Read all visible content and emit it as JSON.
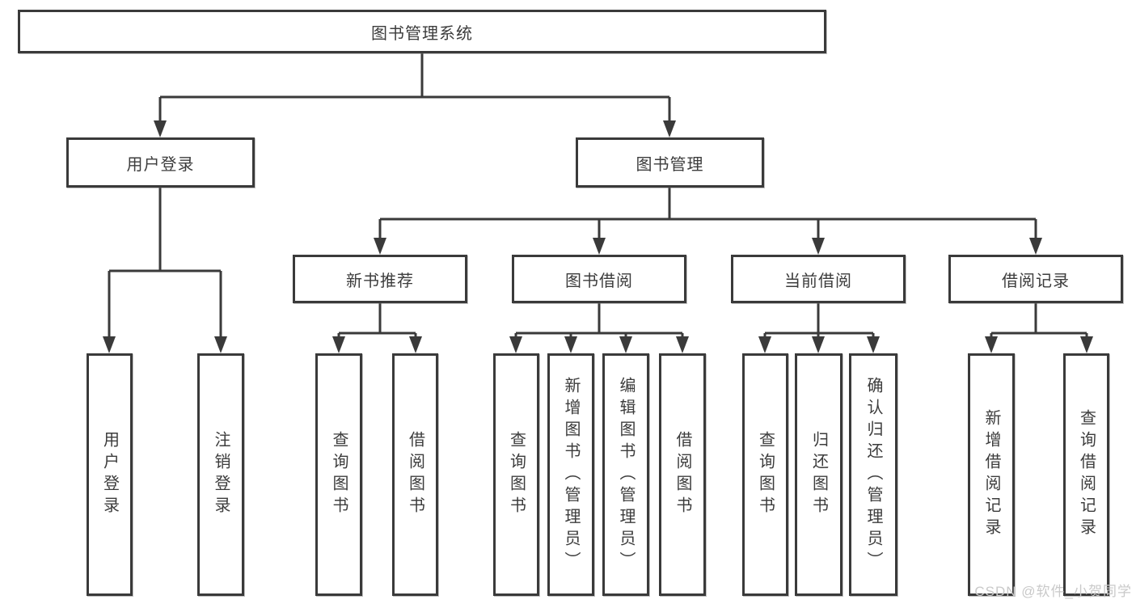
{
  "colors": {
    "line": "#3a3a3a",
    "text": "#3c3c3c",
    "box-fill": "#ffffff",
    "bg": "#ffffff",
    "watermark": "#c9c9c9"
  },
  "watermark": "CSDN @软件_小贺同学",
  "tree": {
    "label": "图书管理系统",
    "children": [
      {
        "label": "用户登录",
        "children": [
          {
            "label": "用户登录"
          },
          {
            "label": "注销登录"
          }
        ]
      },
      {
        "label": "图书管理",
        "children": [
          {
            "label": "新书推荐",
            "children": [
              {
                "label": "查询图书"
              },
              {
                "label": "借阅图书"
              }
            ]
          },
          {
            "label": "图书借阅",
            "children": [
              {
                "label": "查询图书"
              },
              {
                "label": "新增图书（管理员）"
              },
              {
                "label": "编辑图书（管理员）"
              },
              {
                "label": "借阅图书"
              }
            ]
          },
          {
            "label": "当前借阅",
            "children": [
              {
                "label": "查询图书"
              },
              {
                "label": "归还图书"
              },
              {
                "label": "确认归还（管理员）"
              }
            ]
          },
          {
            "label": "借阅记录",
            "children": [
              {
                "label": "新增借阅记录"
              },
              {
                "label": "查询借阅记录"
              }
            ]
          }
        ]
      }
    ]
  }
}
